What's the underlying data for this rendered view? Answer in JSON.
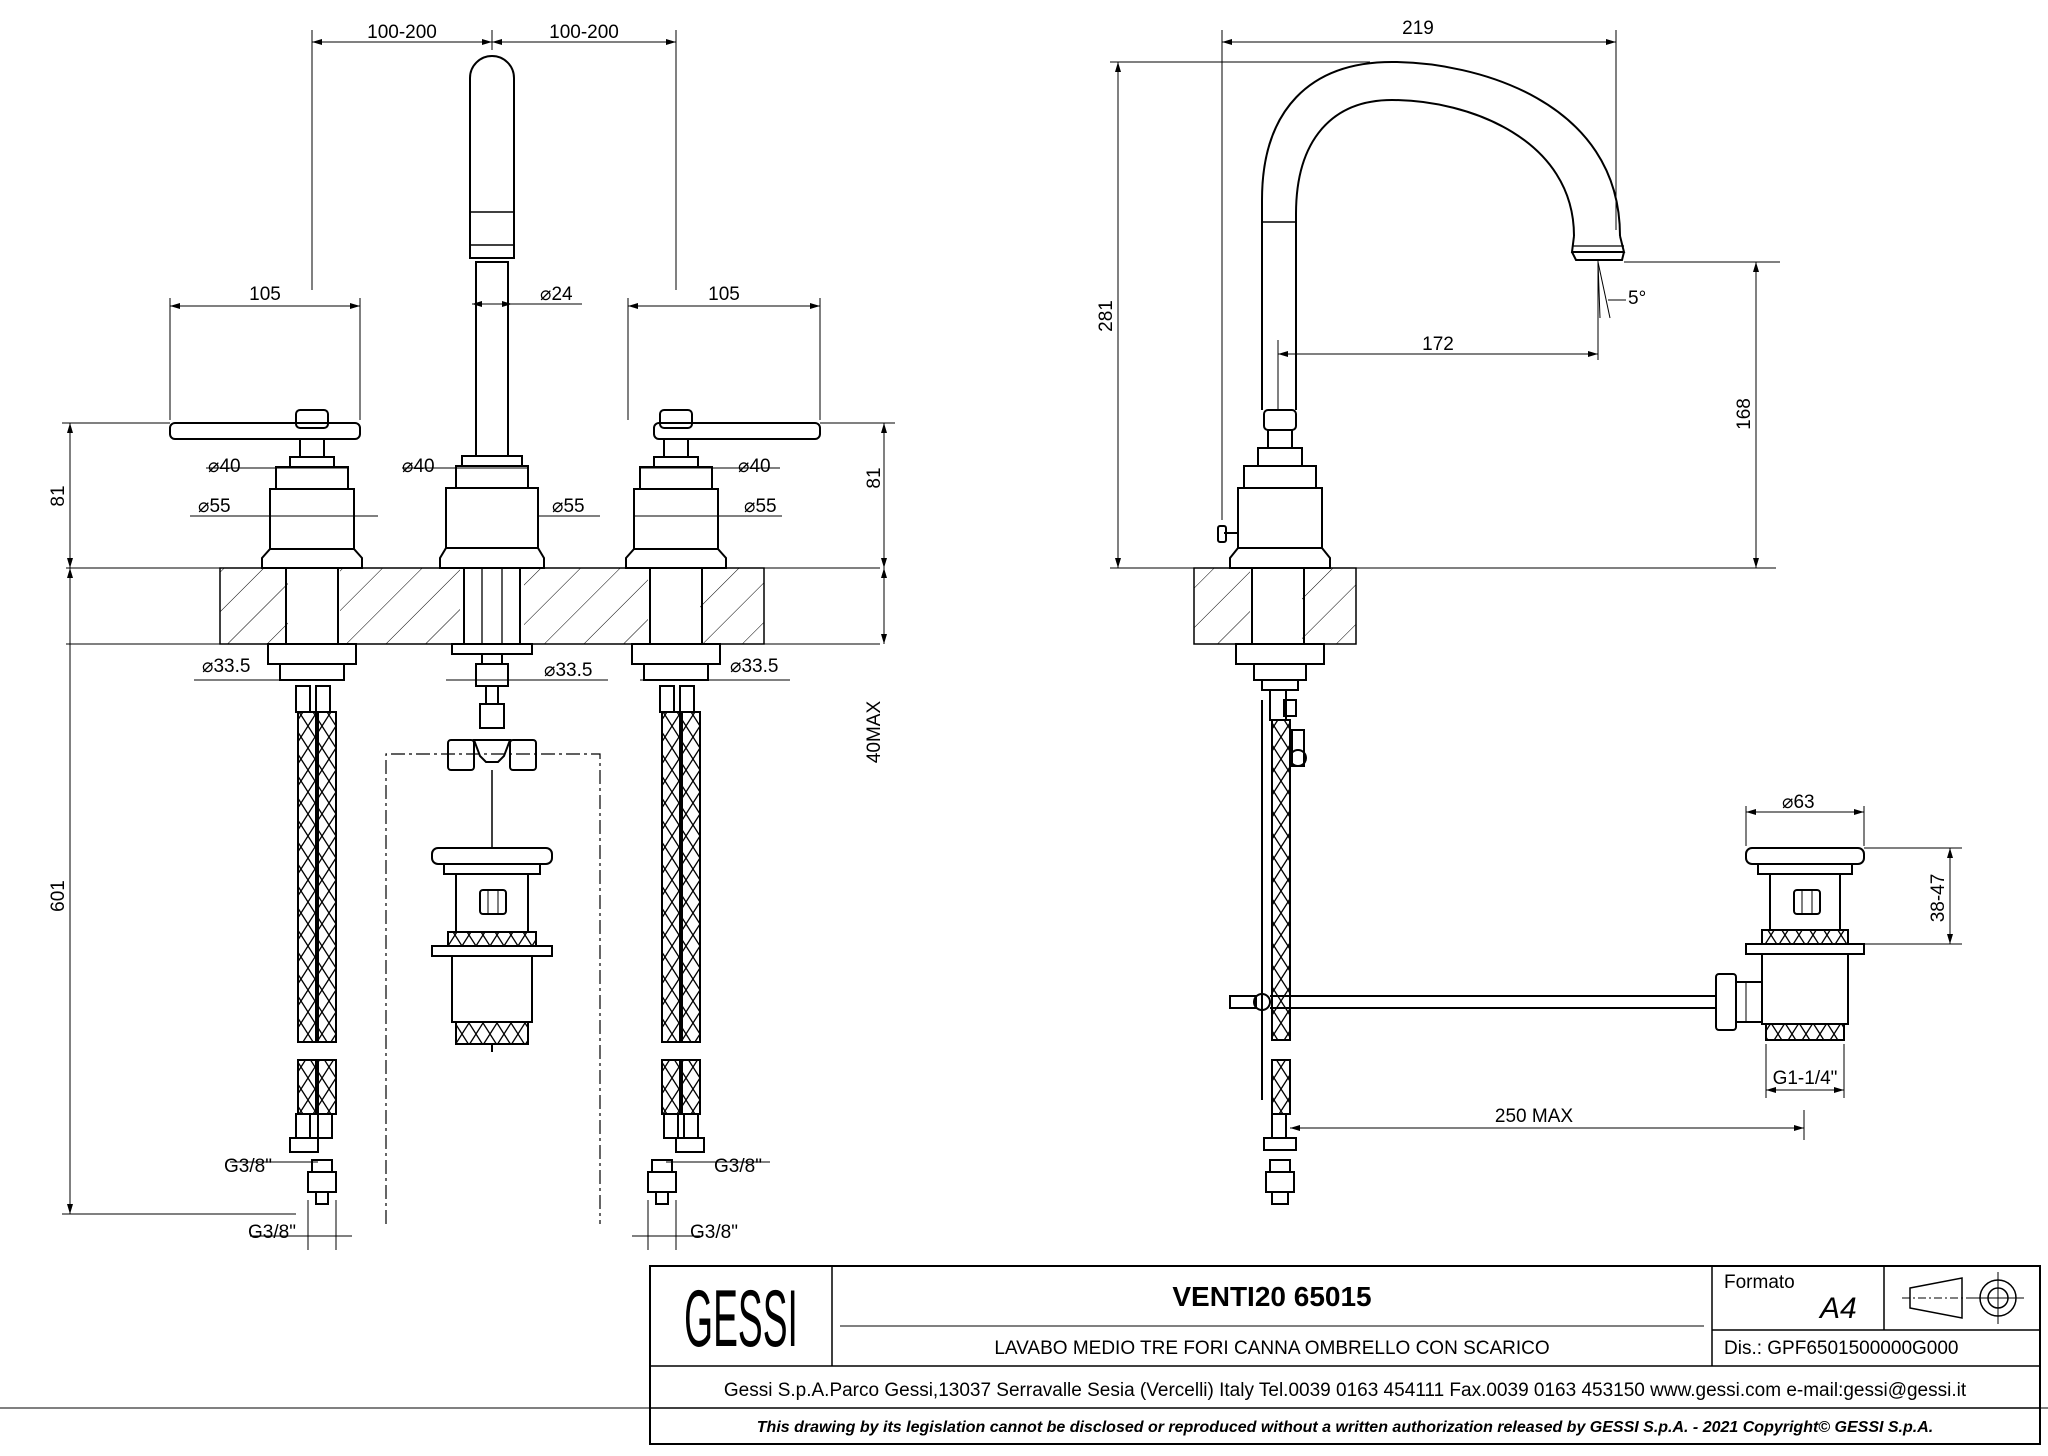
{
  "front_view": {
    "spacing_left": "100-200",
    "spacing_right": "100-200",
    "handle_left_width": "105",
    "handle_right_width": "105",
    "spout_diameter": "24",
    "dia_40_left": "40",
    "dia_40_center": "40",
    "dia_40_right": "40",
    "dia_55_left": "55",
    "dia_55_center": "55",
    "dia_55_right": "55",
    "dia_335_left": "33.5",
    "dia_335_center": "33.5",
    "dia_335_right": "33.5",
    "height_81_left": "81",
    "height_81_right": "81",
    "max_thickness": "40MAX",
    "hose_length": "601",
    "thread_left_upper": "G3/8\"",
    "thread_left_lower": "G3/8\"",
    "thread_right_upper": "G3/8\"",
    "thread_right_lower": "G3/8\""
  },
  "side_view": {
    "reach": "219",
    "total_height": "281",
    "spout_outlet_reach": "172",
    "outlet_height": "168",
    "angle": "5°",
    "waste_diameter": "63",
    "waste_height": "38-47",
    "waste_thread": "G1-1/4\"",
    "rod_length": "250 MAX"
  },
  "title_block": {
    "brand_logo": "GESSI",
    "model": "VENTI20 65015",
    "description": "LAVABO MEDIO TRE FORI CANNA OMBRELLO CON SCARICO",
    "format_label": "Formato",
    "format_value": "A4",
    "drawing_number": "Dis.: GPF6501500000G000",
    "company_info": "Gessi S.p.A.Parco Gessi,13037 Serravalle Sesia (Vercelli) Italy Tel.0039 0163 454111 Fax.0039 0163 453150 www.gessi.com e-mail:gessi@gessi.it",
    "legal": "This drawing by its legislation cannot be disclosed or reproduced without a written authorization released by GESSI S.p.A. - 2021 Copyright© GESSI S.p.A.",
    "projection_icon": "first-angle-projection-icon"
  }
}
